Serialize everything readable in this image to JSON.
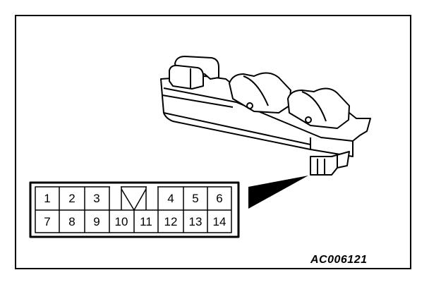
{
  "connector": {
    "top_row": [
      "1",
      "2",
      "3",
      "4",
      "5",
      "6"
    ],
    "bottom_row": [
      "7",
      "8",
      "9",
      "10",
      "11",
      "12",
      "13",
      "14"
    ]
  },
  "figure_code": "AC006121"
}
